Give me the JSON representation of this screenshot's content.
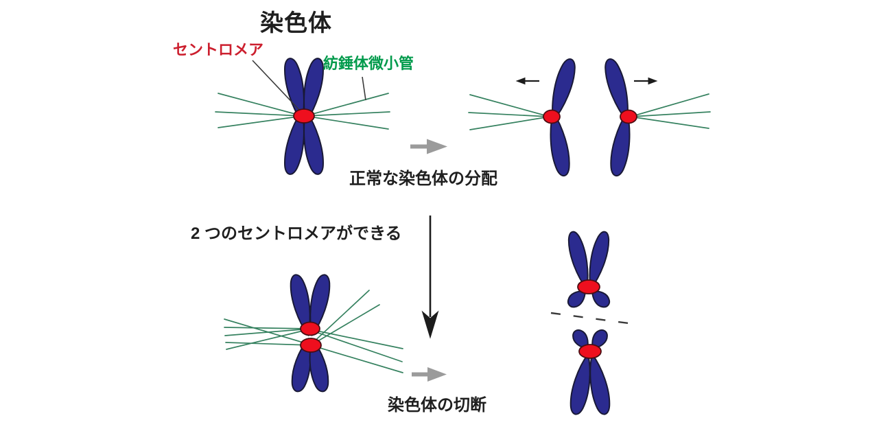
{
  "title": "染色体",
  "labels": {
    "centromere": "セントロメア",
    "spindle_microtubule": "紡錘体微小管"
  },
  "captions": {
    "normal_segregation": "正常な染色体の分配",
    "two_centromeres_form": "2 つのセントロメアができる",
    "chromosome_breakage": "染色体の切断"
  },
  "icons": {
    "process_arrow_top": "right-arrow",
    "process_arrow_bottom": "right-arrow",
    "pull_arrow_left": "left-arrow",
    "pull_arrow_right": "right-arrow",
    "sequence_arrow": "down-arrow",
    "cut_line": "dashed-line"
  },
  "colors": {
    "chromosome": "#2b2b8f",
    "chromosome_outline": "#191936",
    "centromere": "#ee0f1e",
    "centromere_outline": "#4a0d12",
    "microtubule": "#35815f",
    "label_red": "#cc1f2e",
    "label_green": "#009a4b",
    "text": "#1f1f1f",
    "gray_arrow": "#9b9b9b",
    "black_arrow": "#1c1c1c",
    "leader_line": "#3a3a3a"
  }
}
